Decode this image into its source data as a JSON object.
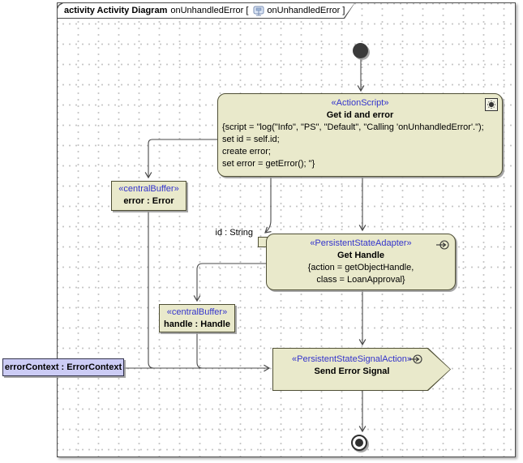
{
  "frame": {
    "tab": {
      "keyword": "activity Activity Diagram",
      "name": "onUnhandledError [",
      "diagram_ref": "onUnhandledError ]"
    }
  },
  "colors": {
    "node_fill": "#e9e9cb",
    "node_border": "#4f4f35",
    "stereotype_text": "#3333cc",
    "connector": "#4a4a4a",
    "parameter_fill": "#ccccf5"
  },
  "nodes": {
    "initial": {
      "kind": "initial-node"
    },
    "action_script": {
      "stereotype": "«ActionScript»",
      "name": "Get id and error",
      "body_lines": [
        "{script = \"log(\"Info\", \"PS\", \"Default\", \"Calling 'onUnhandledError'.\");",
        "set id = self.id;",
        "create error;",
        "set error = getError(); \"}"
      ]
    },
    "error_buffer": {
      "stereotype": "«centralBuffer»",
      "name": "error : Error"
    },
    "get_handle": {
      "stereotype": "«PersistentStateAdapter»",
      "name": "Get Handle",
      "body_lines": [
        "{action = getObjectHandle,",
        "class = LoanApproval}"
      ]
    },
    "handle_buffer": {
      "stereotype": "«centralBuffer»",
      "name": "handle : Handle"
    },
    "send_signal": {
      "stereotype": "«PersistentStateSignalAction»",
      "name": "Send Error Signal"
    },
    "error_context": {
      "label": "errorContext : ErrorContext"
    },
    "pin": {
      "label": "id : String"
    },
    "final": {
      "kind": "activity-final-node"
    }
  }
}
